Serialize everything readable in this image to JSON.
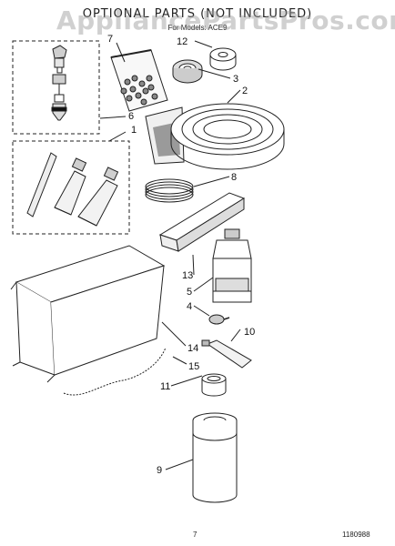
{
  "header": {
    "title": "OPTIONAL PARTS (NOT INCLUDED)",
    "subtitle": "For Models: ACE9",
    "watermark": "AppliancePartsPros.com"
  },
  "callouts": [
    "1",
    "2",
    "3",
    "4",
    "5",
    "6",
    "7",
    "8",
    "9",
    "10",
    "11",
    "12",
    "13",
    "14",
    "15"
  ],
  "footer": {
    "page_number": "7",
    "part_number": "1180988"
  }
}
